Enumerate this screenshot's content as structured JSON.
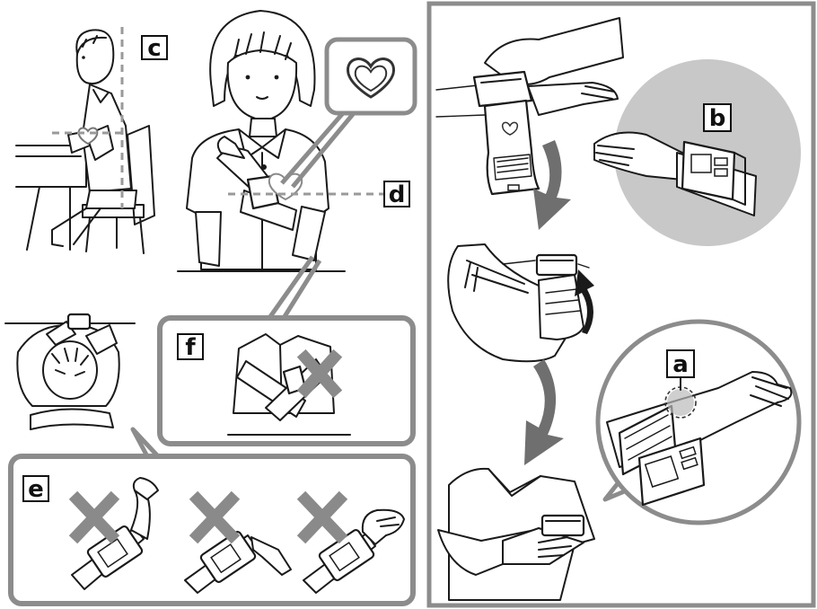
{
  "labels": {
    "a": "a",
    "b": "b",
    "c": "c",
    "d": "d",
    "e": "e",
    "f": "f"
  },
  "colors": {
    "panel_border": "#8c8c8c",
    "dashed_guide": "#9a9a9a",
    "x_mark": "#8a8a8a",
    "arrow": "#6f6f6f",
    "circle_b_fill": "#c8c8c8",
    "heart_fill": "#ffffff"
  },
  "icons": [
    "heart-icon",
    "x-mark-icon",
    "curved-arrow-icon",
    "blood-pressure-monitor-icon"
  ]
}
